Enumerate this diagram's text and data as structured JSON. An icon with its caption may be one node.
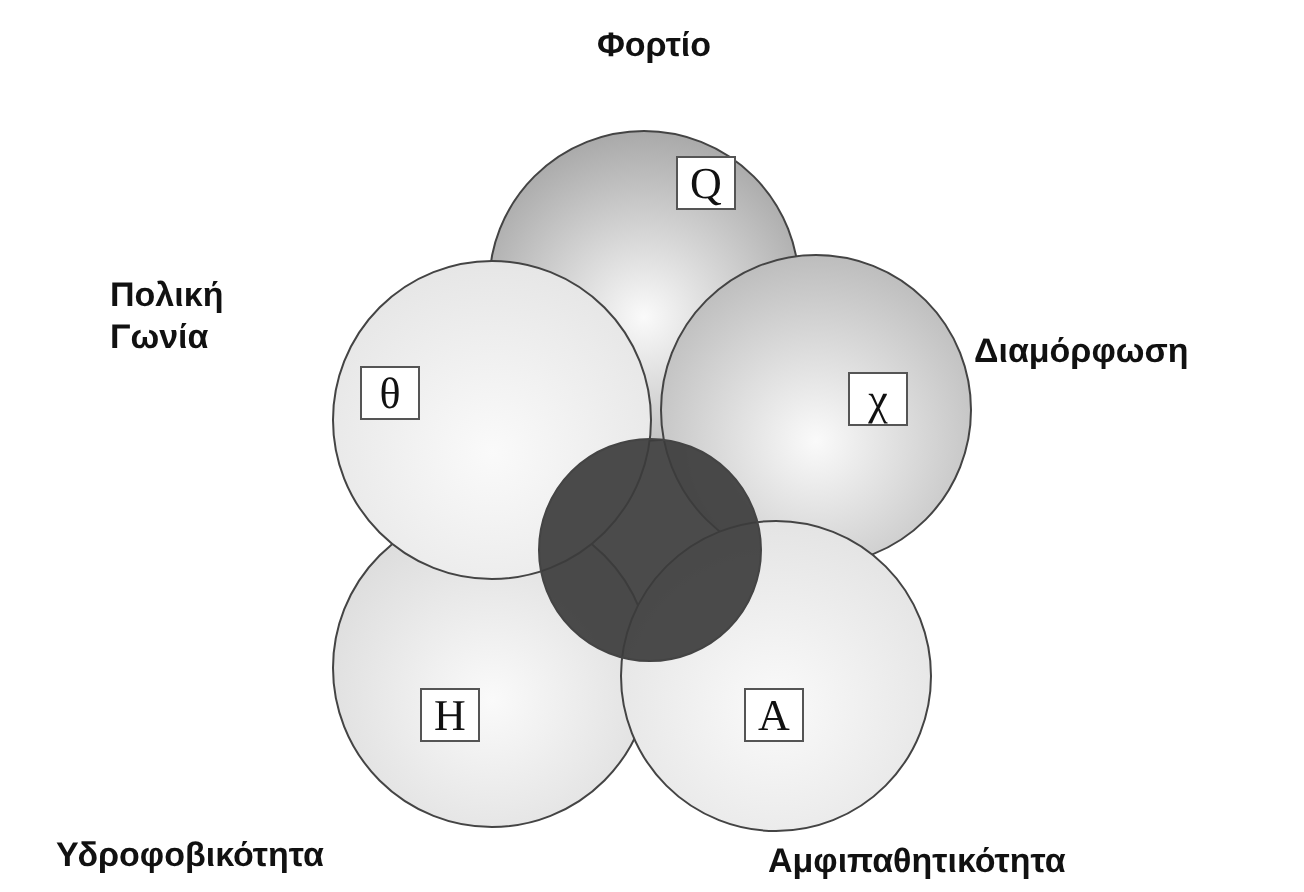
{
  "diagram": {
    "nodes": [
      {
        "text": [
          "Q"
        ],
        "beside": [
          "Φορτίο"
        ]
      },
      {
        "text": [
          "θ"
        ],
        "beside": [
          "Πολική Γωνία"
        ]
      },
      {
        "text": [
          "χ"
        ],
        "beside": [
          "Διαμόρφωση"
        ]
      },
      {
        "text": [
          "H"
        ],
        "beside": [
          "Υδροφοβικότητα"
        ]
      },
      {
        "text": [
          "A"
        ],
        "beside": [
          "Αμφιπαθητικότητα"
        ]
      },
      {
        "text": [],
        "shape": "circle"
      }
    ]
  }
}
